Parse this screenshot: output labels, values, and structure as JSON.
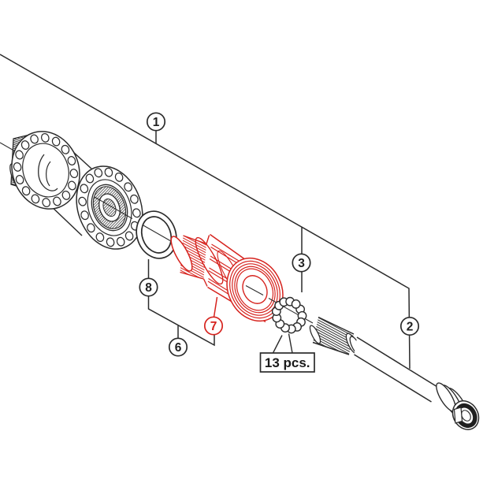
{
  "diagram": {
    "kind": "exploded-parts-diagram",
    "callouts": [
      {
        "label": "1"
      },
      {
        "label": "2"
      },
      {
        "label": "3"
      },
      {
        "label": "6"
      },
      {
        "label": "7",
        "highlighted": true
      },
      {
        "label": "8"
      }
    ],
    "quantity_label": "13 pcs.",
    "ball_count": 13,
    "colors": {
      "ink": "#2b2b2b",
      "highlight_red": "#d6231e",
      "background": "#ffffff"
    }
  }
}
